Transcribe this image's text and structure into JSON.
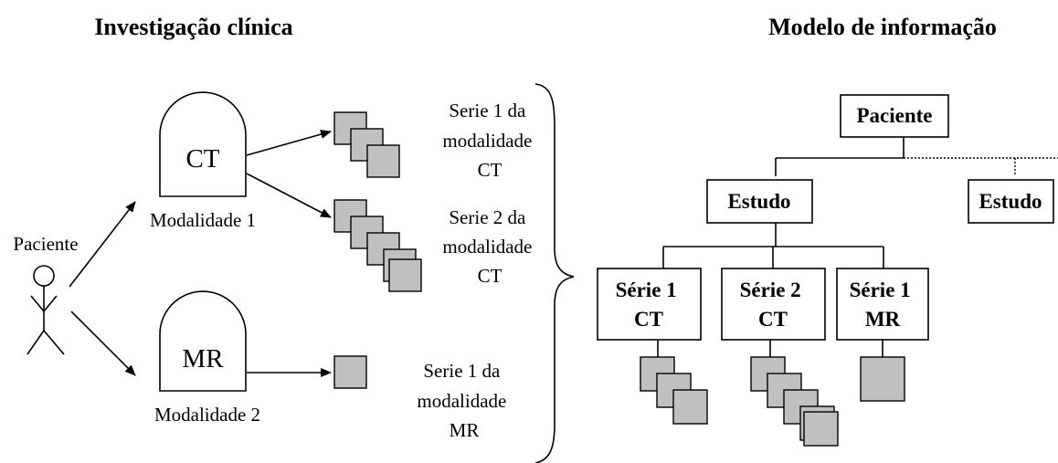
{
  "left": {
    "title": "Investigação clínica",
    "patient_label": "Paciente",
    "modalities": [
      {
        "code": "CT",
        "label": "Modalidade 1"
      },
      {
        "code": "MR",
        "label": "Modalidade 2"
      }
    ],
    "series": [
      {
        "lines": [
          "Serie 1 da",
          "modalidade",
          "CT"
        ]
      },
      {
        "lines": [
          "Serie 2 da",
          "modalidade",
          "CT"
        ]
      },
      {
        "lines": [
          "Serie 1 da",
          "modalidade",
          "MR"
        ]
      }
    ]
  },
  "right": {
    "title": "Modelo de informação",
    "patient_box": "Paciente",
    "study_boxes": [
      "Estudo",
      "Estudo"
    ],
    "series_boxes": [
      {
        "line1": "Série 1",
        "line2": "CT"
      },
      {
        "line1": "Série 2",
        "line2": "CT"
      },
      {
        "line1": "Série 1",
        "line2": "MR"
      }
    ]
  }
}
